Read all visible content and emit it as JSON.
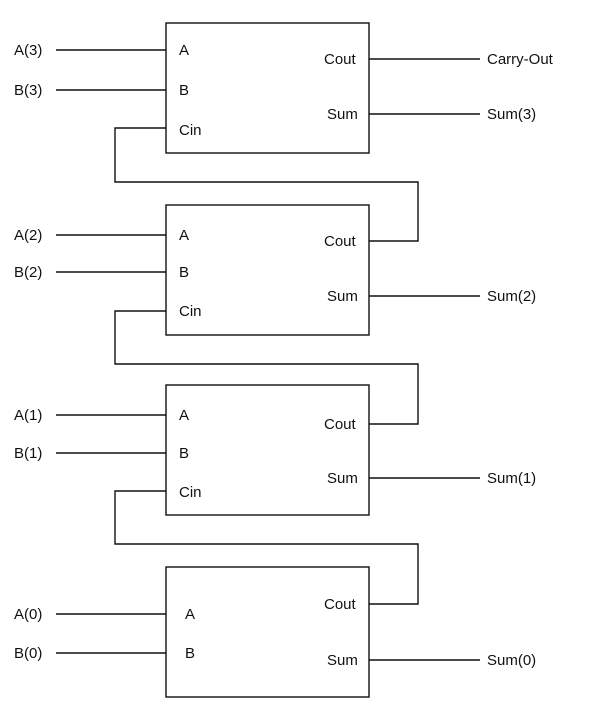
{
  "adders": [
    {
      "input_a": "A(3)",
      "input_b": "B(3)",
      "port_a": "A",
      "port_b": "B",
      "port_cin": "Cin",
      "port_cout": "Cout",
      "port_sum": "Sum",
      "sum_out": "Sum(3)",
      "carry_out": "Carry-Out"
    },
    {
      "input_a": "A(2)",
      "input_b": "B(2)",
      "port_a": "A",
      "port_b": "B",
      "port_cin": "Cin",
      "port_cout": "Cout",
      "port_sum": "Sum",
      "sum_out": "Sum(2)"
    },
    {
      "input_a": "A(1)",
      "input_b": "B(1)",
      "port_a": "A",
      "port_b": "B",
      "port_cin": "Cin",
      "port_cout": "Cout",
      "port_sum": "Sum",
      "sum_out": "Sum(1)"
    },
    {
      "input_a": "A(0)",
      "input_b": "B(0)",
      "port_a": "A",
      "port_b": "B",
      "port_cout": "Cout",
      "port_sum": "Sum",
      "sum_out": "Sum(0)"
    }
  ]
}
